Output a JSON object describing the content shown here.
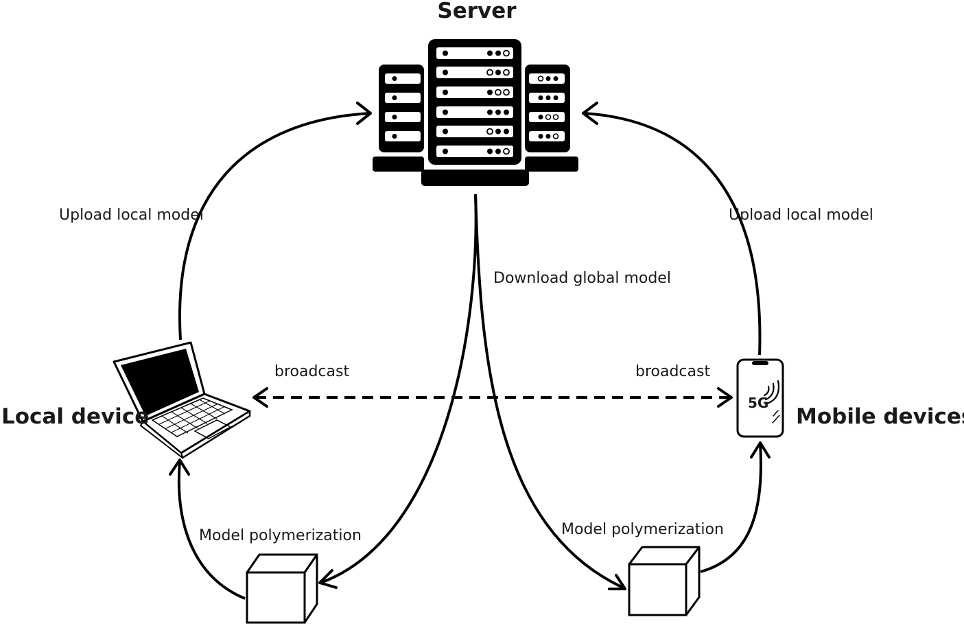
{
  "nodes": {
    "server": "Server",
    "local_device": "Local device",
    "mobile_devices": "Mobile devices"
  },
  "edges": {
    "upload_left": "Upload local model",
    "upload_right": "Upload local model",
    "download": "Download global model",
    "broadcast_left": "broadcast",
    "broadcast_right": "broadcast",
    "polymerization_left": "Model polymerization",
    "polymerization_right": "Model polymerization"
  },
  "phone": {
    "badge": "5G"
  }
}
